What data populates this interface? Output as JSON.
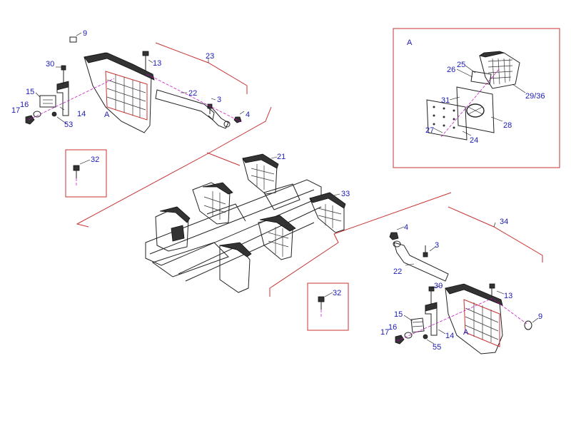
{
  "diagram": {
    "detail_label": "A",
    "labels": {
      "p9_top": "9",
      "p13_top": "13",
      "p23": "23",
      "p30_top": "30",
      "p22_top": "22",
      "p3_top": "3",
      "p4_top": "4",
      "p15_top": "15",
      "p16_top": "16",
      "p17_top": "17",
      "p14_top": "14",
      "p53": "53",
      "a_top": "A",
      "p32_top": "32",
      "p21": "21",
      "p33": "33",
      "p25": "25",
      "p26": "26",
      "p31": "31",
      "p27": "27",
      "p24": "24",
      "p28": "28",
      "p2936": "29/36",
      "p34": "34",
      "p4_bot": "4",
      "p3_bot": "3",
      "p22_bot": "22",
      "p30_bot": "30",
      "p13_bot": "13",
      "p9_bot": "9",
      "p15_bot": "15",
      "p16_bot": "16",
      "p17_bot": "17",
      "p14_bot": "14",
      "p55": "55",
      "a_bot": "A",
      "p32_bot": "32"
    },
    "colors": {
      "label": "#1a1ab4",
      "frame": "#c83232",
      "linework": "#222222",
      "centerline": "#c000c0"
    }
  }
}
